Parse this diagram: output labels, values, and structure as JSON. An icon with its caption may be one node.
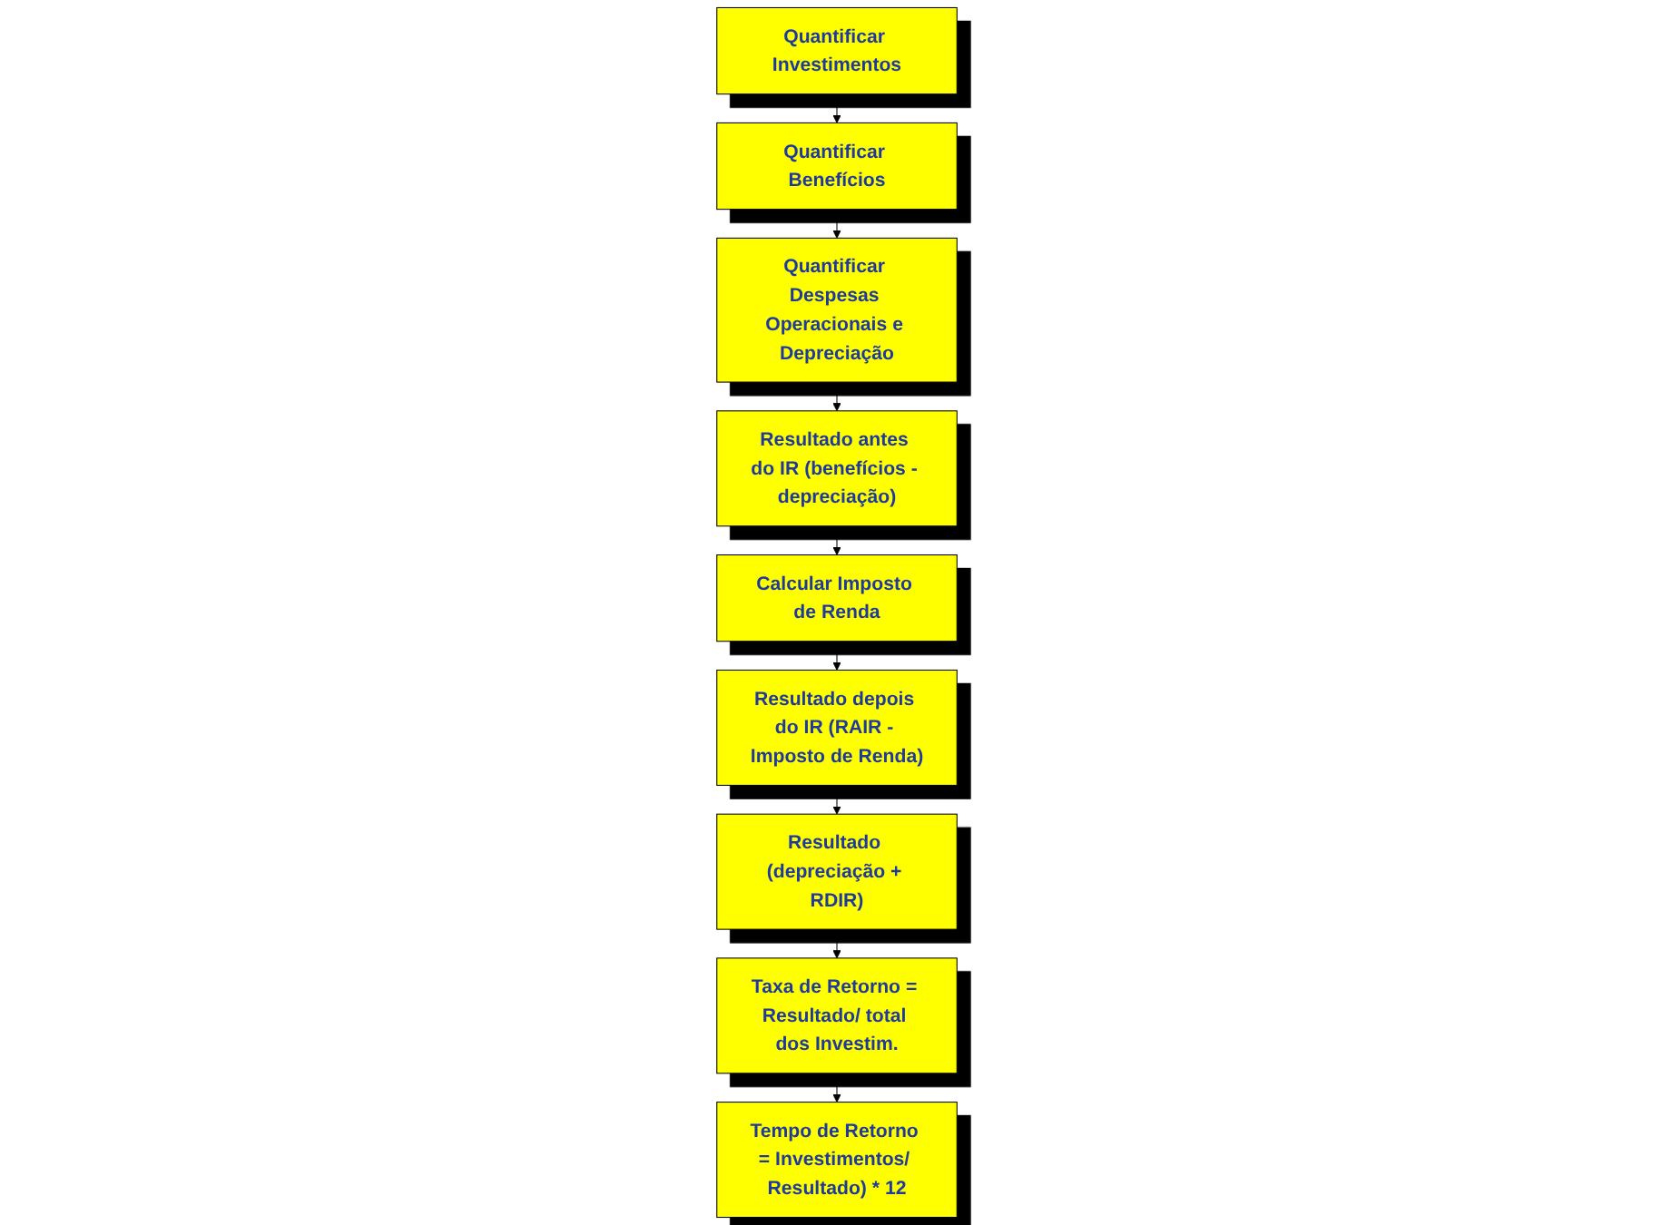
{
  "diagram": {
    "nodes": [
      {
        "text": [
          "Quantificar Investimentos"
        ]
      },
      {
        "text": [
          "Quantificar Benefícios"
        ]
      },
      {
        "text": [
          "Quantificar Despesas Operacionais e Depreciação"
        ]
      },
      {
        "text": [
          "Resultado antes do IR (benefícios - depreciação)"
        ]
      },
      {
        "text": [
          "Calcular Imposto de Renda"
        ]
      },
      {
        "text": [
          "Resultado depois do IR (RAIR - Imposto de Renda)"
        ]
      },
      {
        "text": [
          "Resultado (depreciação + RDIR)"
        ]
      },
      {
        "text": [
          "Taxa de Retorno = Resultado/ total dos Investim."
        ]
      },
      {
        "text": [
          "Tempo de Retorno = Investimentos/ Resultado) * 12"
        ]
      }
    ],
    "edges": [
      {
        "from": 0,
        "to": 1,
        "arrow": "to"
      },
      {
        "from": 1,
        "to": 2,
        "arrow": "to"
      },
      {
        "from": 2,
        "to": 3,
        "arrow": "to"
      },
      {
        "from": 3,
        "to": 4,
        "arrow": "to"
      },
      {
        "from": 4,
        "to": 5,
        "arrow": "to"
      },
      {
        "from": 5,
        "to": 6,
        "arrow": "to"
      },
      {
        "from": 6,
        "to": 7,
        "arrow": "to"
      },
      {
        "from": 7,
        "to": 8,
        "arrow": "to"
      }
    ]
  }
}
